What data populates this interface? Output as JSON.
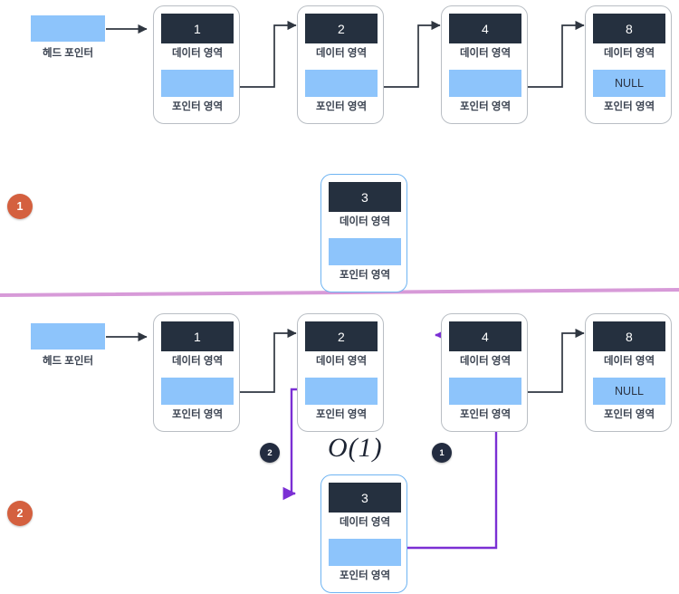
{
  "labels": {
    "data_area": "데이터 영역",
    "pointer_area": "포인터 영역",
    "head_pointer": "헤드 포인터",
    "null_value": "NULL",
    "complexity": "O(1)"
  },
  "colors": {
    "data_box": "#25303f",
    "pointer_box": "#8dc4fb",
    "node_border": "#b9bec4",
    "highlight_border": "#6fb4f2",
    "step_badge": "#d4603f",
    "order_badge": "#232c40",
    "arrow": "#2f3640",
    "new_arrow": "#7b2fd4",
    "divider": "#d79ad8"
  },
  "step1": {
    "badge": "1",
    "head_pointer_label": "헤드 포인터",
    "nodes": [
      {
        "value": "1",
        "pointer_text": "",
        "highlight": false
      },
      {
        "value": "2",
        "pointer_text": "",
        "highlight": false
      },
      {
        "value": "4",
        "pointer_text": "",
        "highlight": false
      },
      {
        "value": "8",
        "pointer_text": "NULL",
        "highlight": false
      }
    ],
    "floating_node": {
      "value": "3",
      "pointer_text": "",
      "highlight": true
    }
  },
  "step2": {
    "badge": "2",
    "head_pointer_label": "헤드 포인터",
    "complexity_label": "O(1)",
    "order_badges": [
      {
        "label": "2"
      },
      {
        "label": "1"
      }
    ],
    "nodes": [
      {
        "value": "1",
        "pointer_text": "",
        "highlight": false
      },
      {
        "value": "2",
        "pointer_text": "",
        "highlight": false
      },
      {
        "value": "4",
        "pointer_text": "",
        "highlight": false
      },
      {
        "value": "8",
        "pointer_text": "NULL",
        "highlight": false
      }
    ],
    "inserted_node": {
      "value": "3",
      "pointer_text": "",
      "highlight": true
    }
  }
}
